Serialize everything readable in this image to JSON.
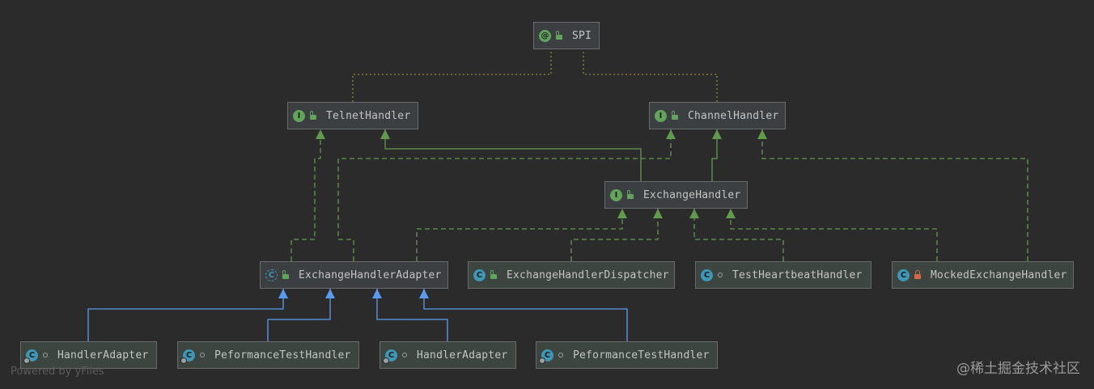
{
  "nodes": {
    "spi": {
      "label": "SPI",
      "kind": "annotation",
      "visibility": "public"
    },
    "telnet_handler": {
      "label": "TelnetHandler",
      "kind": "interface",
      "visibility": "public"
    },
    "channel_handler": {
      "label": "ChannelHandler",
      "kind": "interface",
      "visibility": "public"
    },
    "exchange_handler": {
      "label": "ExchangeHandler",
      "kind": "interface",
      "visibility": "public"
    },
    "exchange_handler_adapter": {
      "label": "ExchangeHandlerAdapter",
      "kind": "abstract-class",
      "visibility": "public"
    },
    "exchange_handler_dispatcher": {
      "label": "ExchangeHandlerDispatcher",
      "kind": "class",
      "visibility": "public"
    },
    "test_heartbeat_handler": {
      "label": "TestHeartbeatHandler",
      "kind": "class",
      "visibility": "package"
    },
    "mocked_exchange_handler": {
      "label": "MockedExchangeHandler",
      "kind": "class",
      "visibility": "private"
    },
    "handler_adapter_1": {
      "label": "HandlerAdapter",
      "kind": "class",
      "visibility": "package"
    },
    "peformance_test_handler_1": {
      "label": "PeformanceTestHandler",
      "kind": "class",
      "visibility": "package"
    },
    "handler_adapter_2": {
      "label": "HandlerAdapter",
      "kind": "class",
      "visibility": "package"
    },
    "peformance_test_handler_2": {
      "label": "PeformanceTestHandler",
      "kind": "class",
      "visibility": "package"
    }
  },
  "edges": [
    {
      "from": "telnet_handler",
      "to": "spi",
      "type": "annotated"
    },
    {
      "from": "channel_handler",
      "to": "spi",
      "type": "annotated"
    },
    {
      "from": "exchange_handler",
      "to": "telnet_handler",
      "type": "extends"
    },
    {
      "from": "exchange_handler",
      "to": "channel_handler",
      "type": "extends"
    },
    {
      "from": "exchange_handler_adapter",
      "to": "telnet_handler",
      "type": "implements"
    },
    {
      "from": "exchange_handler_adapter",
      "to": "channel_handler",
      "type": "implements"
    },
    {
      "from": "exchange_handler_adapter",
      "to": "exchange_handler",
      "type": "implements"
    },
    {
      "from": "exchange_handler_dispatcher",
      "to": "exchange_handler",
      "type": "implements"
    },
    {
      "from": "test_heartbeat_handler",
      "to": "exchange_handler",
      "type": "implements"
    },
    {
      "from": "mocked_exchange_handler",
      "to": "exchange_handler",
      "type": "implements"
    },
    {
      "from": "mocked_exchange_handler",
      "to": "channel_handler",
      "type": "implements"
    },
    {
      "from": "handler_adapter_1",
      "to": "exchange_handler_adapter",
      "type": "inherits"
    },
    {
      "from": "peformance_test_handler_1",
      "to": "exchange_handler_adapter",
      "type": "inherits"
    },
    {
      "from": "handler_adapter_2",
      "to": "exchange_handler_adapter",
      "type": "inherits"
    },
    {
      "from": "peformance_test_handler_2",
      "to": "exchange_handler_adapter",
      "type": "inherits"
    }
  ],
  "icons": {
    "annotation": "annotation-icon",
    "interface": "interface-icon",
    "class": "class-icon",
    "abstract-class": "abstract-class-icon",
    "public": "unlocked-icon",
    "package": "package-private-icon",
    "private": "lock-icon"
  },
  "colors": {
    "background": "#2b2b2b",
    "node_fill": "#3c3f41",
    "node_border": "#6a6a6a",
    "node_text": "#c4c4c4",
    "annotation_edge": "#8c8c3a",
    "implements_edge": "#5f9a4d",
    "extends_edge": "#5f9a4d",
    "inherits_edge": "#5a9bee"
  },
  "powered_by": "Powered by yFiles",
  "watermark": "@稀土掘金技术社区"
}
